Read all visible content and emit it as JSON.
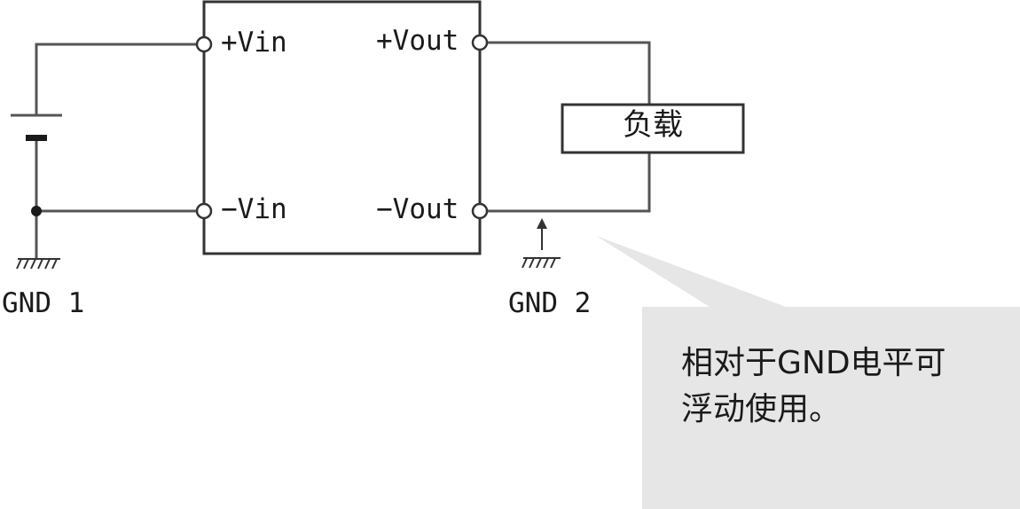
{
  "diagram": {
    "terminals": {
      "vin_pos": "+Vin",
      "vin_neg": "−Vin",
      "vout_pos": "+Vout",
      "vout_neg": "−Vout"
    },
    "load_label": "负载",
    "ground_labels": {
      "gnd1": "GND 1",
      "gnd2": "GND 2"
    },
    "callout": {
      "line1": "相对于GND电平可",
      "line2": "浮动使用。"
    },
    "colors": {
      "wire": "#555555",
      "box": "#333333",
      "callout_fill": "#e6e6e6"
    }
  }
}
